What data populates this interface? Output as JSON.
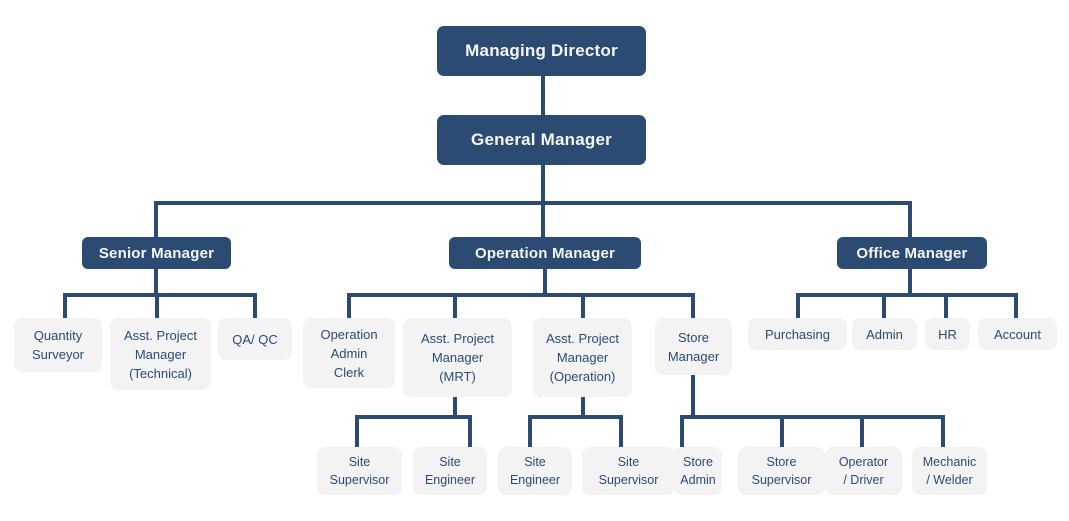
{
  "chart_title": "",
  "colors": {
    "accent_navy": "#2b4b73",
    "light_box_bg": "#f3f3f4",
    "light_box_text": "#2b4b73",
    "dark_box_text": "#ffffff",
    "background": "#ffffff"
  },
  "nodes": {
    "managing_director": {
      "label": "Managing Director"
    },
    "general_manager": {
      "label": "General Manager"
    },
    "senior_manager": {
      "label": "Senior Manager"
    },
    "operation_manager": {
      "label": "Operation Manager"
    },
    "office_manager": {
      "label": "Office Manager"
    },
    "quantity_surveyor": {
      "label": "Quantity\nSurveyor"
    },
    "apm_technical": {
      "label": "Asst. Project\nManager\n(Technical)"
    },
    "qa_qc": {
      "label": "QA/ QC"
    },
    "operation_admin_clerk": {
      "label": "Operation\nAdmin\nClerk"
    },
    "apm_mrt": {
      "label": "Asst. Project\nManager\n(MRT)"
    },
    "apm_operation": {
      "label": "Asst. Project\nManager\n(Operation)"
    },
    "store_manager": {
      "label": "Store\nManager"
    },
    "purchasing": {
      "label": "Purchasing"
    },
    "admin": {
      "label": "Admin"
    },
    "hr": {
      "label": "HR"
    },
    "account": {
      "label": "Account"
    },
    "site_supervisor_mrt": {
      "label": "Site\nSupervisor"
    },
    "site_engineer_mrt": {
      "label": "Site\nEngineer"
    },
    "site_engineer_operation": {
      "label": "Site\nEngineer"
    },
    "site_supervisor_operation": {
      "label": "Site\nSupervisor"
    },
    "store_admin": {
      "label": "Store\nAdmin"
    },
    "store_supervisor": {
      "label": "Store\nSupervisor"
    },
    "operator_driver": {
      "label": "Operator\n/ Driver"
    },
    "mechanic_welder": {
      "label": "Mechanic\n/ Welder"
    }
  },
  "edges": [
    {
      "from": "managing_director",
      "to": [
        "general_manager"
      ]
    },
    {
      "from": "general_manager",
      "to": [
        "senior_manager",
        "operation_manager",
        "office_manager"
      ]
    },
    {
      "from": "senior_manager",
      "to": [
        "quantity_surveyor",
        "apm_technical",
        "qa_qc"
      ]
    },
    {
      "from": "operation_manager",
      "to": [
        "operation_admin_clerk",
        "apm_mrt",
        "apm_operation",
        "store_manager"
      ]
    },
    {
      "from": "office_manager",
      "to": [
        "purchasing",
        "admin",
        "hr",
        "account"
      ]
    },
    {
      "from": "apm_mrt",
      "to": [
        "site_supervisor_mrt",
        "site_engineer_mrt"
      ]
    },
    {
      "from": "apm_operation",
      "to": [
        "site_engineer_operation",
        "site_supervisor_operation"
      ]
    },
    {
      "from": "store_manager",
      "to": [
        "store_admin",
        "store_supervisor",
        "operator_driver",
        "mechanic_welder"
      ]
    }
  ]
}
